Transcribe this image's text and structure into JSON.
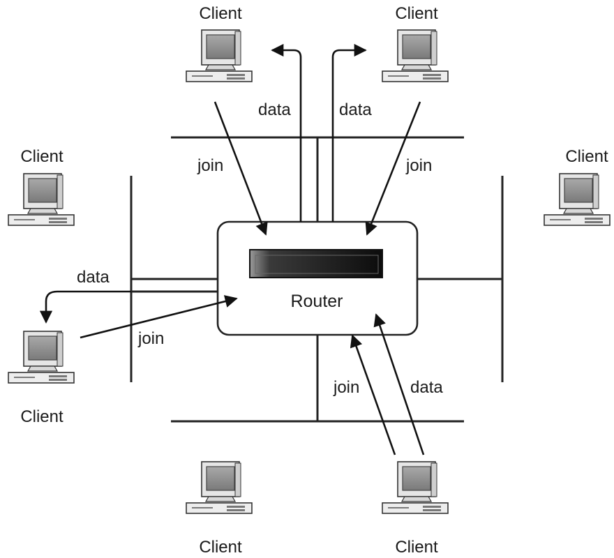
{
  "diagram": {
    "router": {
      "label": "Router"
    },
    "clients": [
      {
        "id": "top-left",
        "label": "Client"
      },
      {
        "id": "top-right",
        "label": "Client"
      },
      {
        "id": "left-upper",
        "label": "Client"
      },
      {
        "id": "right",
        "label": "Client"
      },
      {
        "id": "left-lower",
        "label": "Client"
      },
      {
        "id": "bottom-left",
        "label": "Client"
      },
      {
        "id": "bottom-right",
        "label": "Client"
      }
    ],
    "flow_labels": {
      "data": "data",
      "join": "join"
    },
    "colors": {
      "line": "#222222",
      "monitor_screen": "#8f8f8f",
      "router_body": "#1a1a1a"
    }
  }
}
